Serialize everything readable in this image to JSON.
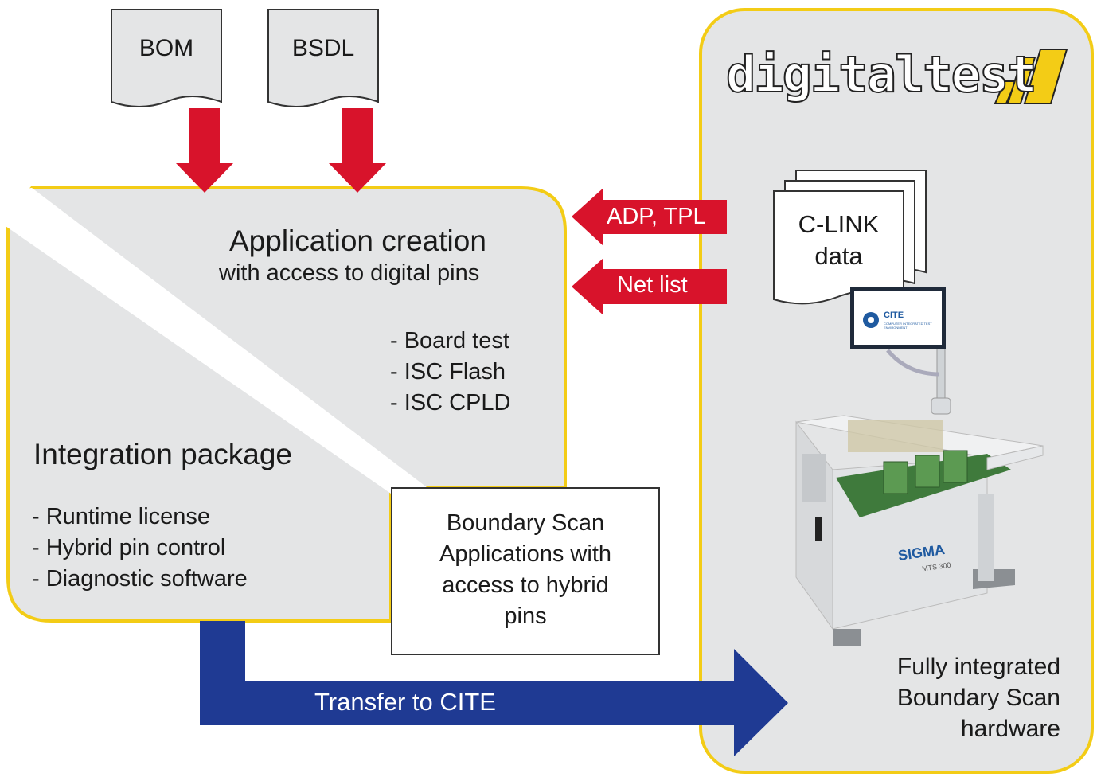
{
  "inputs": {
    "bom": "BOM",
    "bsdl": "BSDL"
  },
  "app_creation": {
    "title": "Application creation",
    "subtitle": "with access to digital pins",
    "items": [
      "- Board test",
      "- ISC Flash",
      "- ISC CPLD"
    ]
  },
  "integration": {
    "title": "Integration package",
    "items": [
      "- Runtime license",
      "- Hybrid pin control",
      "- Diagnostic software"
    ]
  },
  "bs_apps": {
    "text_lines": [
      "Boundary Scan",
      "Applications with",
      "access to hybrid",
      "pins"
    ]
  },
  "arrows": {
    "adp_tpl": "ADP, TPL",
    "net_list": "Net list",
    "transfer": "Transfer to CITE"
  },
  "clink": {
    "line1": "C-LINK",
    "line2": "data"
  },
  "brand": {
    "logo_text": "digitaltest"
  },
  "hardware": {
    "monitor_brand": "CITE",
    "monitor_tagline": "COMPUTER INTEGRATED TEST ENVIRONMENT",
    "cabinet_label": "SIGMA",
    "cabinet_model": "MTS 300",
    "caption_lines": [
      "Fully integrated",
      "Boundary Scan",
      "hardware"
    ]
  },
  "colors": {
    "panel_gray": "#e4e5e6",
    "border_yellow": "#f3cc16",
    "arrow_red": "#d8132b",
    "arrow_blue": "#1f3a93"
  }
}
